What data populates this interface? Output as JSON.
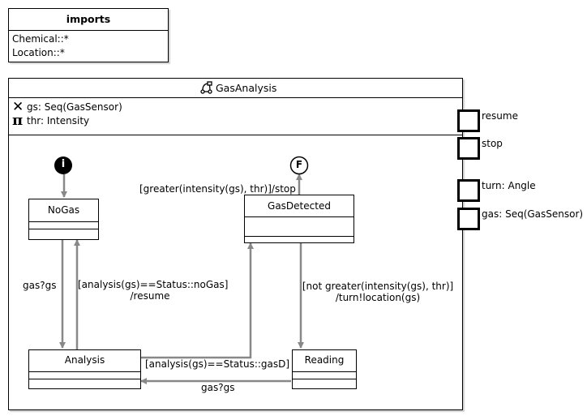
{
  "imports": {
    "title": "imports",
    "items": [
      "Chemical::*",
      "Location::*"
    ]
  },
  "module": {
    "icon": "state-machine-icon",
    "title": "GasAnalysis",
    "variables": [
      {
        "icon": "variable-x-icon",
        "text": "gs: Seq(GasSensor)"
      },
      {
        "icon": "constant-pi-icon",
        "text": "thr: Intensity"
      }
    ]
  },
  "ports": [
    {
      "label": "resume"
    },
    {
      "label": "stop"
    },
    {
      "label": "turn: Angle"
    },
    {
      "label": "gas: Seq(GasSensor)"
    }
  ],
  "nodes": {
    "initial": {
      "glyph": "i"
    },
    "final": {
      "glyph": "F"
    }
  },
  "states": {
    "nogas": "NoGas",
    "gasdetected": "GasDetected",
    "analysis": "Analysis",
    "reading": "Reading"
  },
  "transitions": {
    "gasdetected_final": "[greater(intensity(gs), thr)]/stop",
    "nogas_analysis": "gas?gs",
    "analysis_nogas_line1": "[analysis(gs)==Status::noGas]",
    "analysis_nogas_line2": "/resume",
    "gasdetected_reading_line1": "[not greater(intensity(gs), thr)]",
    "gasdetected_reading_line2": "/turn!location(gs)",
    "analysis_gasdetected": "[analysis(gs)==Status::gasD]",
    "reading_analysis": "gas?gs"
  }
}
